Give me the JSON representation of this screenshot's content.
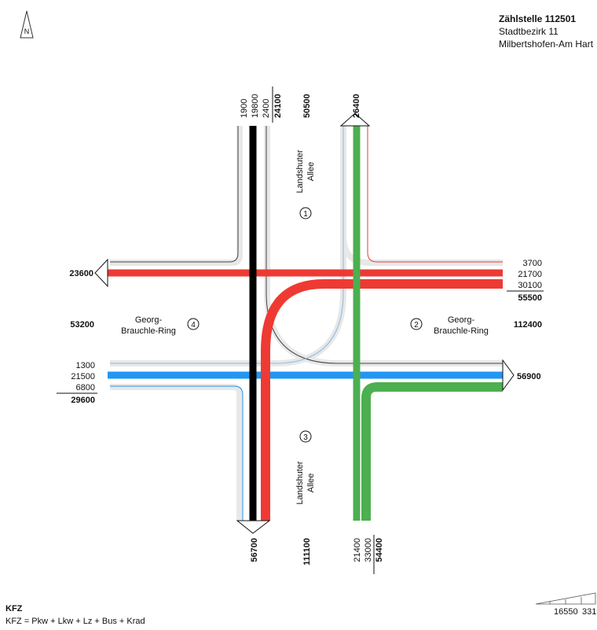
{
  "header": {
    "title": "Zählstelle 112501",
    "district": "Stadtbezirk 11",
    "district_name": "Milbertshofen-Am Hart"
  },
  "north_label": "N",
  "streets": {
    "north": [
      "Landshuter",
      "Allee"
    ],
    "south": [
      "Landshuter",
      "Allee"
    ],
    "east": [
      "Georg-",
      "Brauchle-Ring"
    ],
    "west": [
      "Georg-",
      "Brauchle-Ring"
    ]
  },
  "arm_numbers": {
    "north": "1",
    "east": "2",
    "south": "3",
    "west": "4"
  },
  "totals": {
    "north_total": "50500",
    "east_total": "112400",
    "south_total": "111100",
    "west_total": "53200"
  },
  "north": {
    "in_values": [
      "1900",
      "19800",
      "2400"
    ],
    "in_sum": "24100",
    "out": "26400"
  },
  "east": {
    "in_values": [
      "3700",
      "21700",
      "30100"
    ],
    "in_sum": "55500",
    "out": "56900"
  },
  "south": {
    "in_values": [
      "21400",
      "33000"
    ],
    "in_sum": "54400",
    "out": "56700"
  },
  "west": {
    "in_values": [
      "1300",
      "21500",
      "6800"
    ],
    "in_sum": "29600",
    "out": "23600"
  },
  "legend": {
    "title": "KFZ",
    "text": "KFZ = Pkw + Lkw + Lz + Bus + Krad"
  },
  "scale": {
    "value": "16550",
    "value2": "331"
  },
  "colors": {
    "north_flow": "#000000",
    "east_flow": "#ee3a33",
    "south_flow": "#4caf50",
    "west_flow": "#2196f3",
    "lane_grey": "#e8e8e8"
  }
}
